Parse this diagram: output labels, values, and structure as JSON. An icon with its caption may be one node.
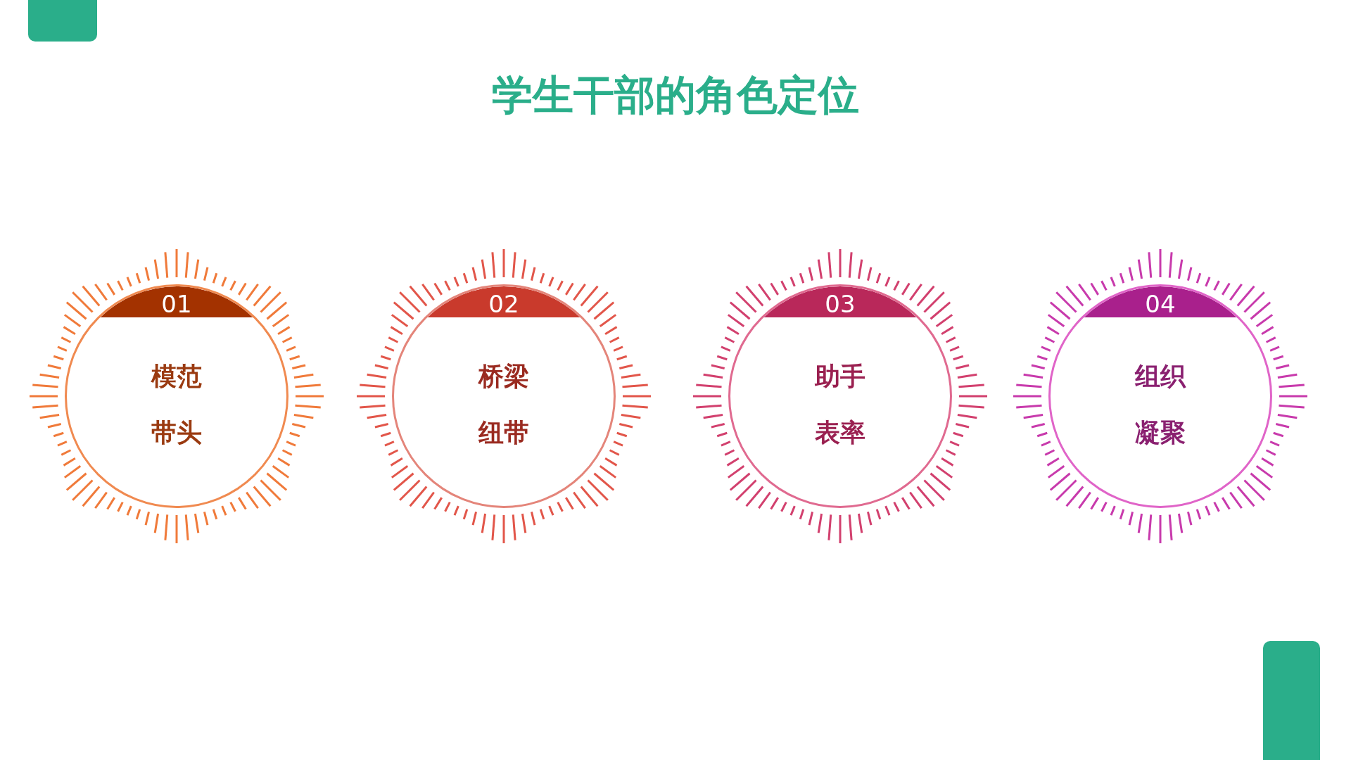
{
  "diagram": {
    "title": "学生干部的角色定位",
    "nodes": [
      {
        "text": [
          "01",
          "模范带头"
        ]
      },
      {
        "text": [
          "02",
          "桥梁纽带"
        ]
      },
      {
        "text": [
          "03",
          "助手表率"
        ]
      },
      {
        "text": [
          "04",
          "组织凝聚"
        ]
      }
    ]
  }
}
